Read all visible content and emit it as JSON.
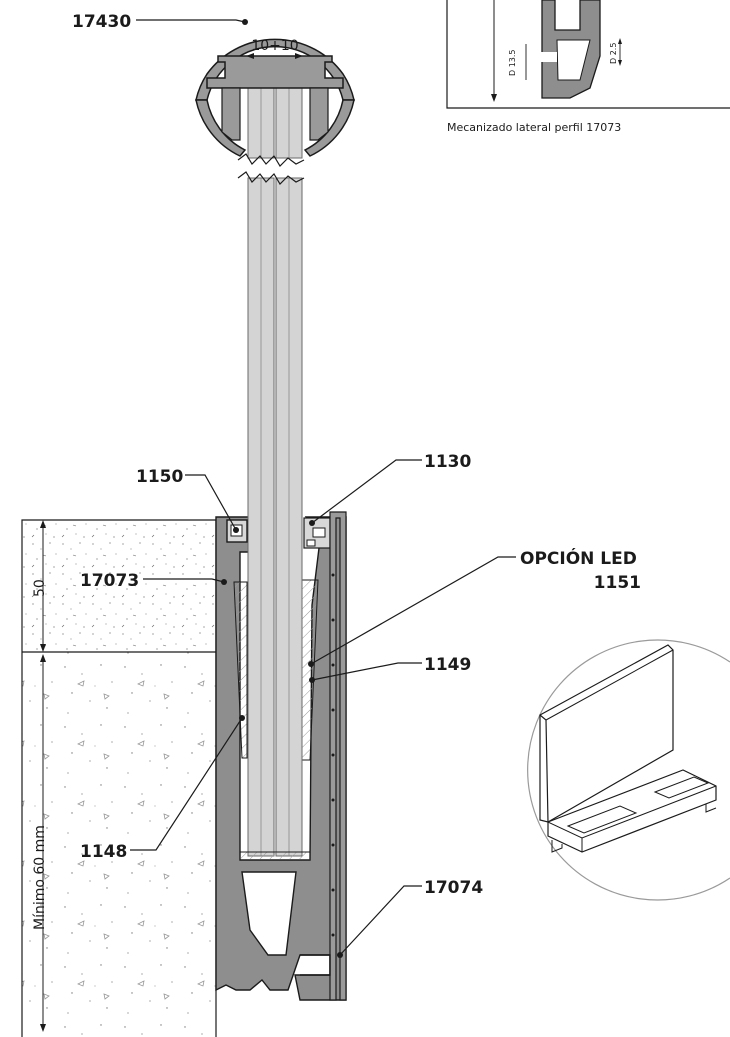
{
  "labels": {
    "handrail": "17430",
    "glass_gap": "10+10",
    "clip_top": "1150",
    "gasket": "1130",
    "led_option": "OPCIÓN LED",
    "led_code": "1151",
    "base_profile": "17073",
    "inner_wedge": "1149",
    "outer_wedge": "1148",
    "cover_profile": "17074"
  },
  "dimensions": {
    "top_layer": "50",
    "minimum_depth": "Mínimo 60 mm"
  },
  "inset": {
    "caption": "Mecanizado lateral perfil 17073",
    "dim_a": "D 13.5",
    "dim_b": "D 2.5"
  },
  "colors": {
    "profile": "#8e8e8e",
    "glass": "#d4d4d4",
    "ink": "#1b1b1b"
  }
}
